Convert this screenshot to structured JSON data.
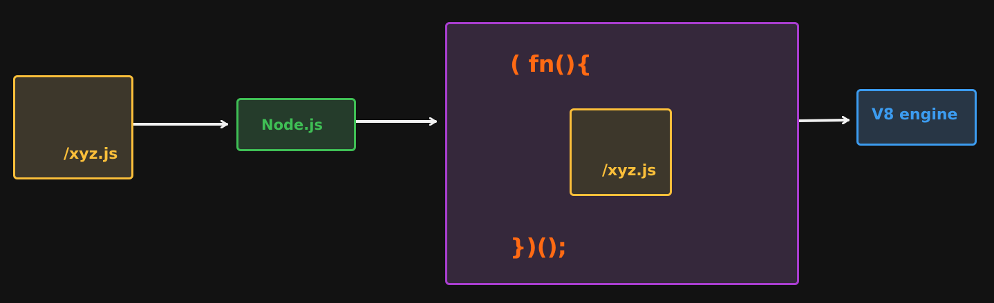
{
  "colors": {
    "background": "#121212",
    "file_border": "#fbbf3a",
    "file_fill": "#3d372b",
    "file_text": "#fbbf3a",
    "node_border": "#3fbf55",
    "node_fill": "#253c2b",
    "node_text": "#3fbf55",
    "wrapper_border": "#a93ed0",
    "wrapper_fill": "#35283b",
    "code_text": "#ff6a13",
    "v8_border": "#3c9cf0",
    "v8_fill": "#283645",
    "v8_text": "#3c9cf0",
    "arrow": "#f2f2f2"
  },
  "nodes": {
    "source_file": {
      "label": "/xyz.js"
    },
    "nodejs": {
      "label": "Node.js"
    },
    "wrapper": {
      "open_code": "( fn(){",
      "close_code": "})();",
      "inner_file": {
        "label": "/xyz.js"
      }
    },
    "v8": {
      "label": "V8 engine"
    }
  }
}
